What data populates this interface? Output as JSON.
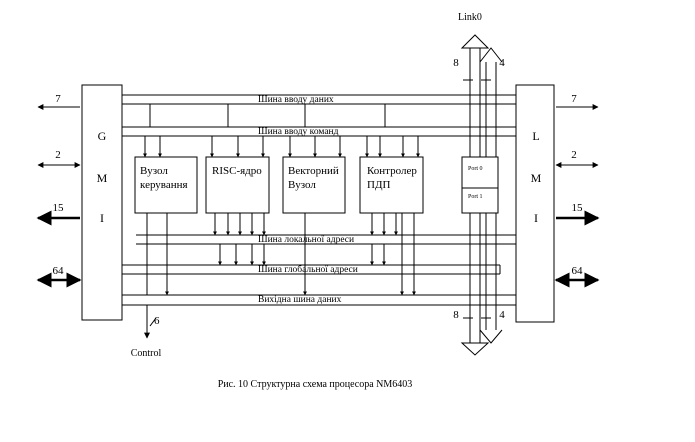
{
  "gmi": {
    "letters": [
      "G",
      "M",
      "I"
    ]
  },
  "lmi": {
    "letters": [
      "L",
      "M",
      "I"
    ]
  },
  "buses": {
    "data_in": "Шина вводу даних",
    "cmd_in": "Шина вводу команд",
    "local_addr": "Шина локальної адреси",
    "global_addr": "Шина глобальної адреси",
    "data_out": "Вихідна шина даних"
  },
  "blocks": {
    "control_node": [
      "Вузол",
      "керування"
    ],
    "risc": [
      "RISC-ядро"
    ],
    "vector": [
      "Векторний",
      "Вузол"
    ],
    "dma": [
      "Контролер",
      "ПДП"
    ],
    "port0": "Port 0",
    "port1": "Port 1"
  },
  "left_ports": [
    "7",
    "2",
    "15",
    "64"
  ],
  "right_ports": [
    "7",
    "2",
    "15",
    "64"
  ],
  "link": {
    "name": "Link0",
    "top_left": "8",
    "top_right": "4",
    "bottom_left": "8",
    "bottom_right": "4"
  },
  "control": {
    "count": "6",
    "label": "Control"
  },
  "caption": "Рис. 10 Структурна схема процесора NM6403"
}
